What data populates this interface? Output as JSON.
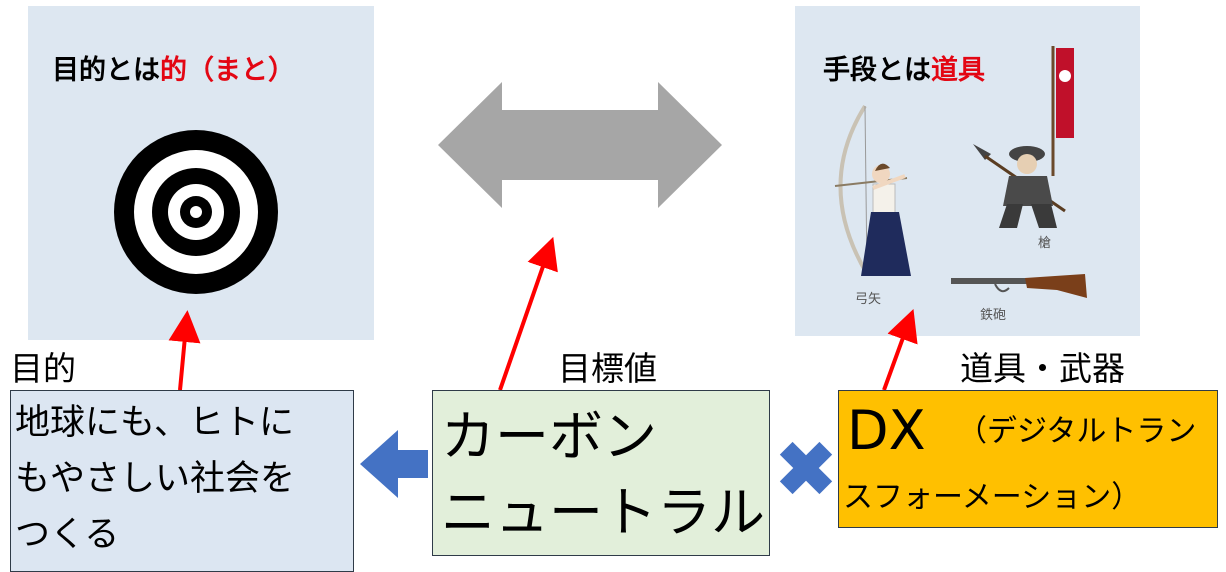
{
  "left_panel": {
    "title_prefix": "目的とは",
    "title_highlight": "的（まと）",
    "icon": "target-icon"
  },
  "right_panel": {
    "title_prefix": "手段とは",
    "title_highlight": "道具",
    "items": [
      {
        "label": "弓矢",
        "icon": "archer-icon"
      },
      {
        "label": "槍",
        "icon": "spearman-icon"
      },
      {
        "label": "鉄砲",
        "icon": "rifle-icon"
      }
    ]
  },
  "labels": {
    "purpose": "目的",
    "target_value": "目標値",
    "tools": "道具・武器"
  },
  "boxes": {
    "society_lines": [
      "地球にも、ヒトに",
      "もやさしい社会を",
      "つくる"
    ],
    "carbon_lines": [
      "カーボン",
      "ニュートラル"
    ],
    "dx_main": "DX",
    "dx_sub_1": "（デジタルトラン",
    "dx_sub_2": "スフォーメーション）"
  },
  "colors": {
    "panel_bg": "#dde7f1",
    "highlight_red": "#e30613",
    "society_box": "#dce6f2",
    "carbon_box": "#e2efda",
    "dx_box": "#ffc000",
    "arrow_gray": "#a6a6a6",
    "arrow_blue": "#4472c4",
    "arrow_red": "#ff0000"
  }
}
